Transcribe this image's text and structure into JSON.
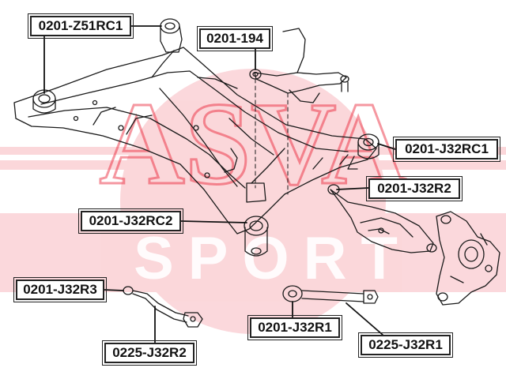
{
  "labels": {
    "z51rc1": "0201-Z51RC1",
    "p194": "0201-194",
    "j32rc1": "0201-J32RC1",
    "j32r2": "0201-J32R2",
    "j32rc2": "0201-J32RC2",
    "j32r3": "0201-J32R3",
    "j32r1": "0201-J32R1",
    "c225r2": "0225-J32R2",
    "c225r1": "0225-J32R1"
  },
  "watermark": {
    "brand": "ASVA",
    "sub": "SPORT",
    "color": "#e9182d"
  }
}
